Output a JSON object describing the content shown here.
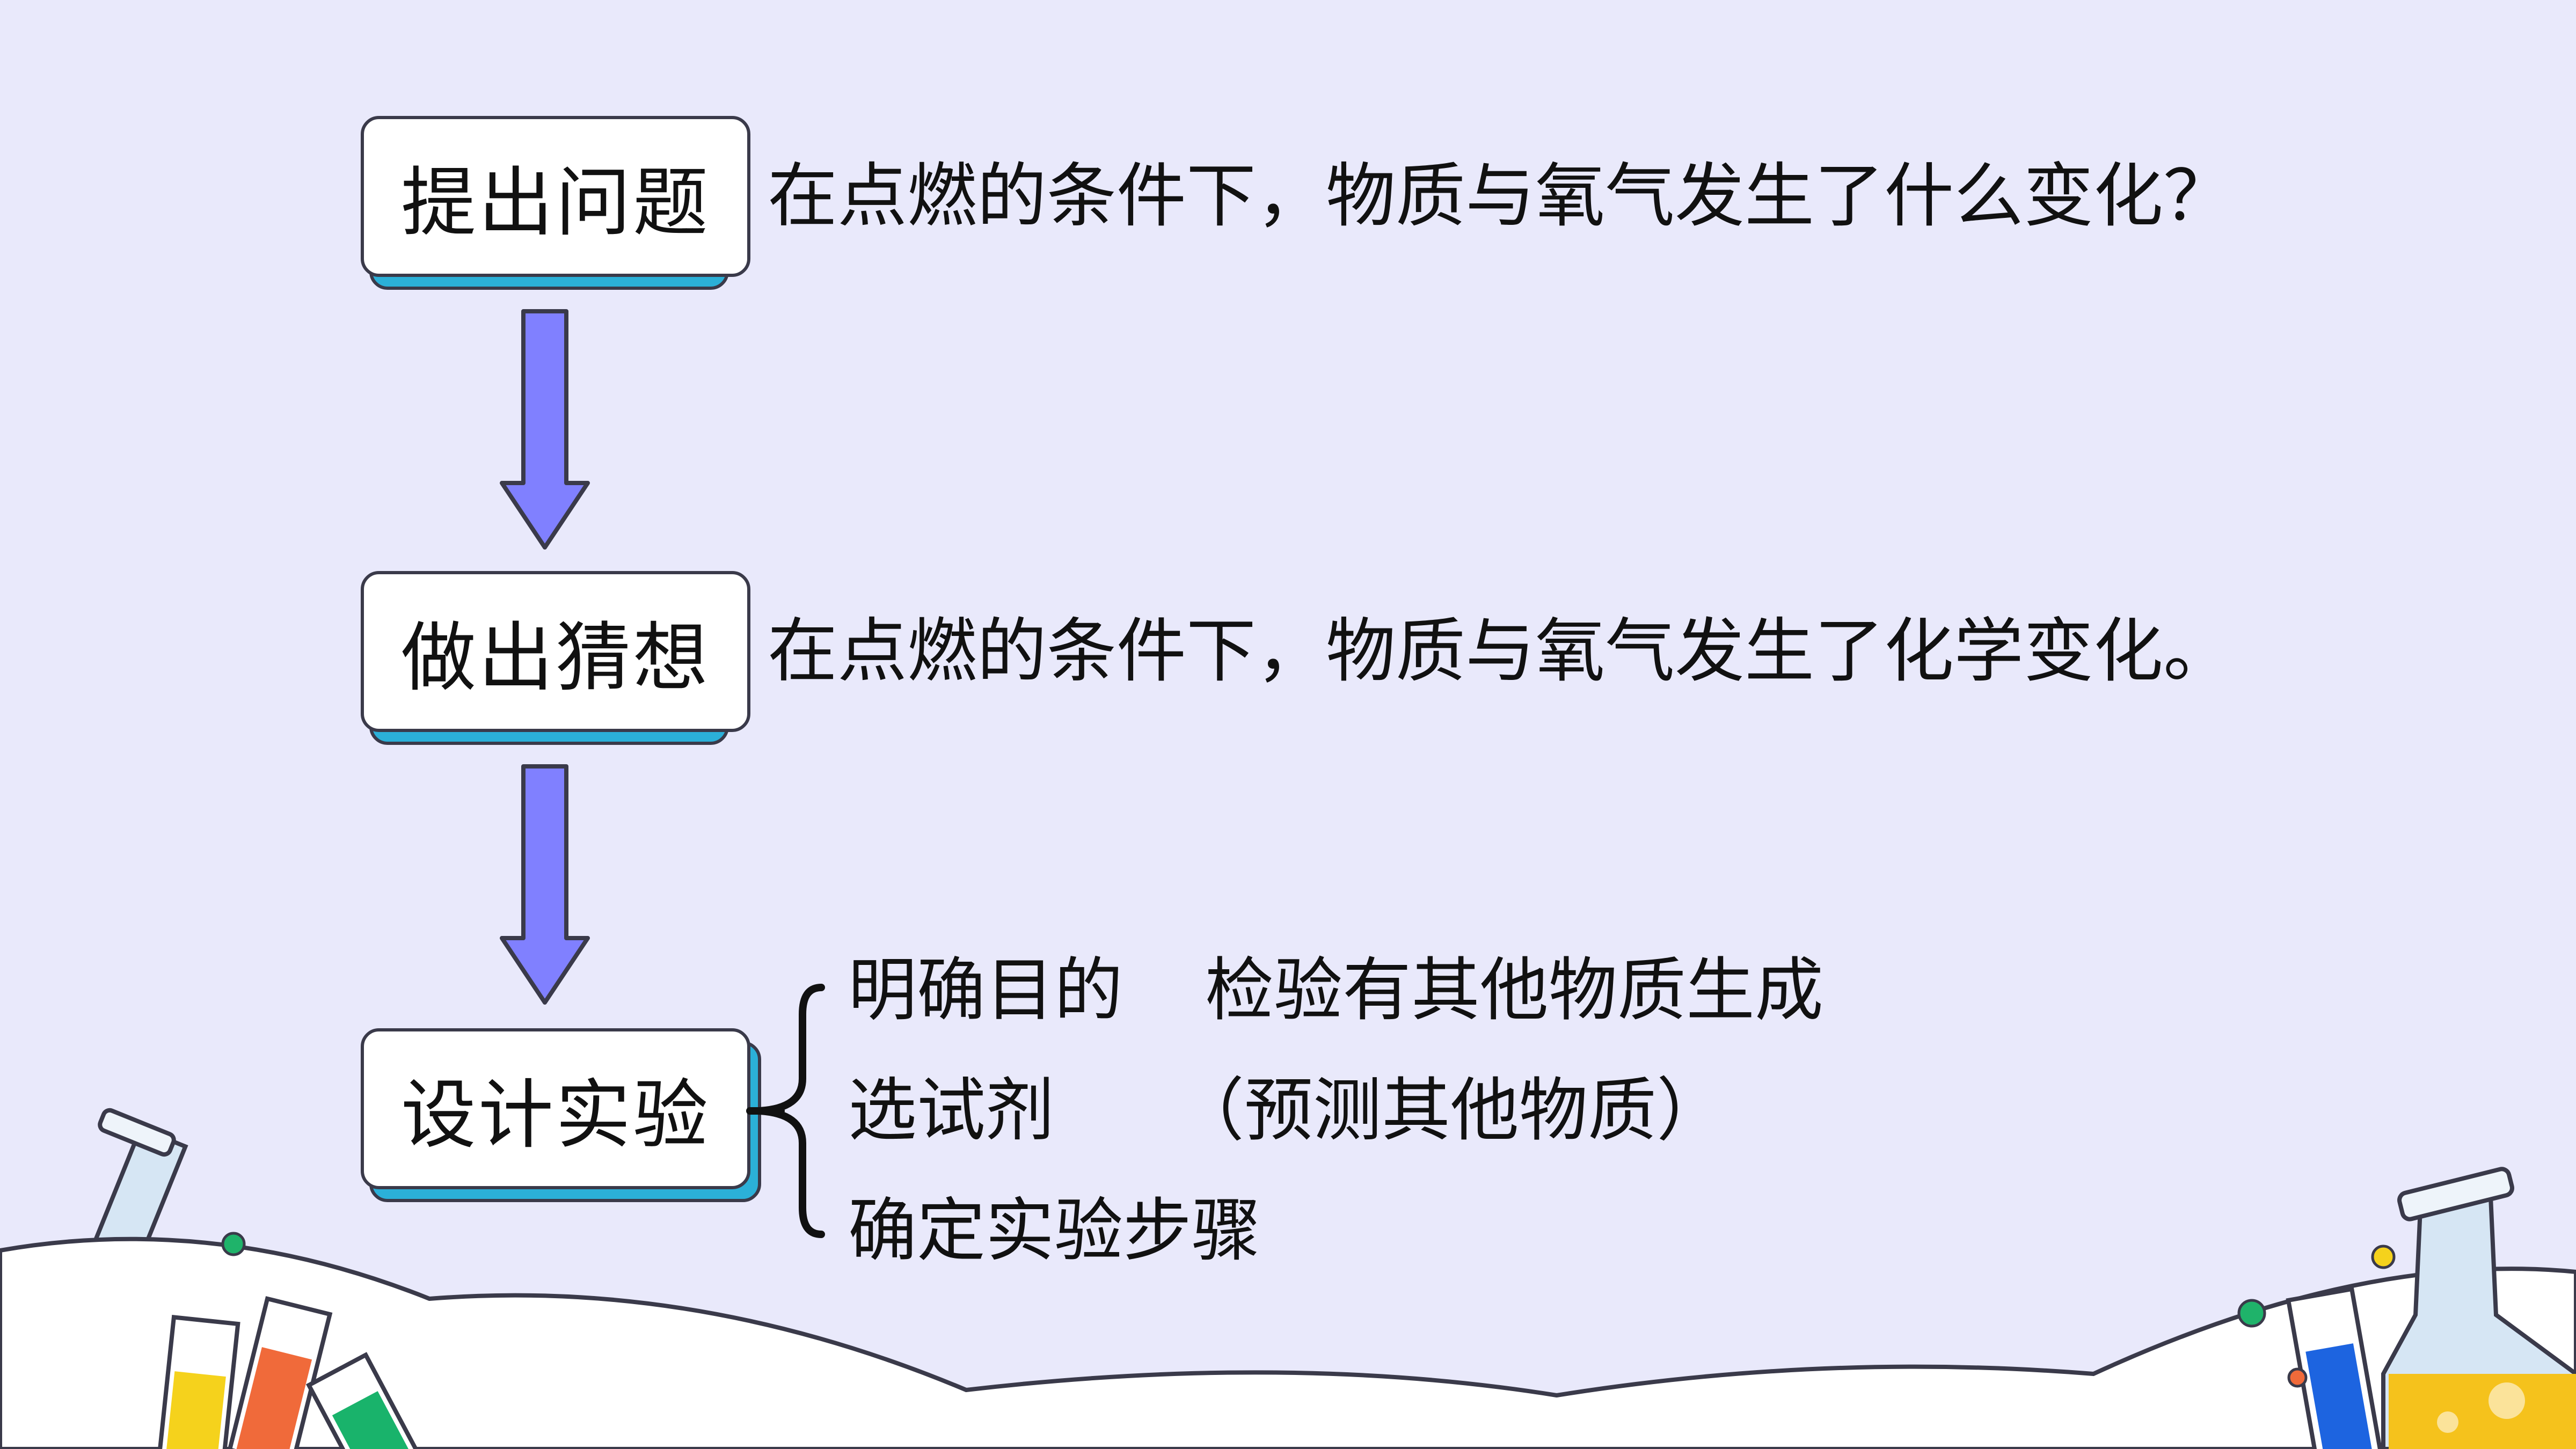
{
  "flow": {
    "steps": [
      {
        "label": "提出问题",
        "description": "在点燃的条件下，物质与氧气发生了什么变化？"
      },
      {
        "label": "做出猜想",
        "description": "在点燃的条件下，物质与氧气发生了化学变化。"
      },
      {
        "label": "设计实验",
        "description": ""
      }
    ],
    "design": {
      "item1_label": "明确目的",
      "item1_detail": "检验有其他物质生成",
      "item2_label": "选试剂",
      "item2_detail": "（预测其他物质）",
      "item3_label": "确定实验步骤"
    }
  },
  "colors": {
    "background": "#e9e9fb",
    "box_shadow": "#2bb0d8",
    "arrow": "#8080ff",
    "outline": "#3a3a4a"
  },
  "icons": [
    "flask-icon",
    "test-tube-icon",
    "beaker-icon"
  ]
}
